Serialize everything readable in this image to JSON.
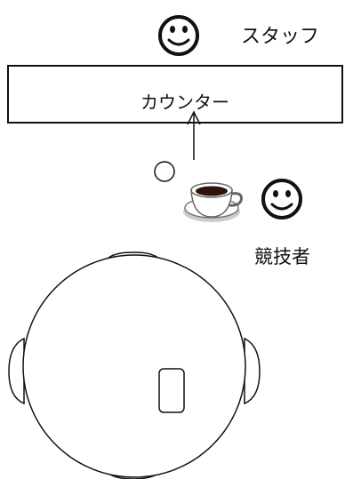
{
  "labels": {
    "staff": "スタッフ",
    "counter": "カウンター",
    "competitor": "競技者"
  },
  "icons": {
    "staff": "smiley-face-icon",
    "competitor": "smiley-face-icon",
    "marker": "circle-marker-icon",
    "cup": "coffee-cup-icon",
    "arrow": "up-arrow-icon",
    "table": "round-table",
    "card": "rectangle-card"
  },
  "colors": {
    "stroke": "#111111",
    "coffee": "#2b1408",
    "saucer_shadow": "#bbbbbb"
  }
}
